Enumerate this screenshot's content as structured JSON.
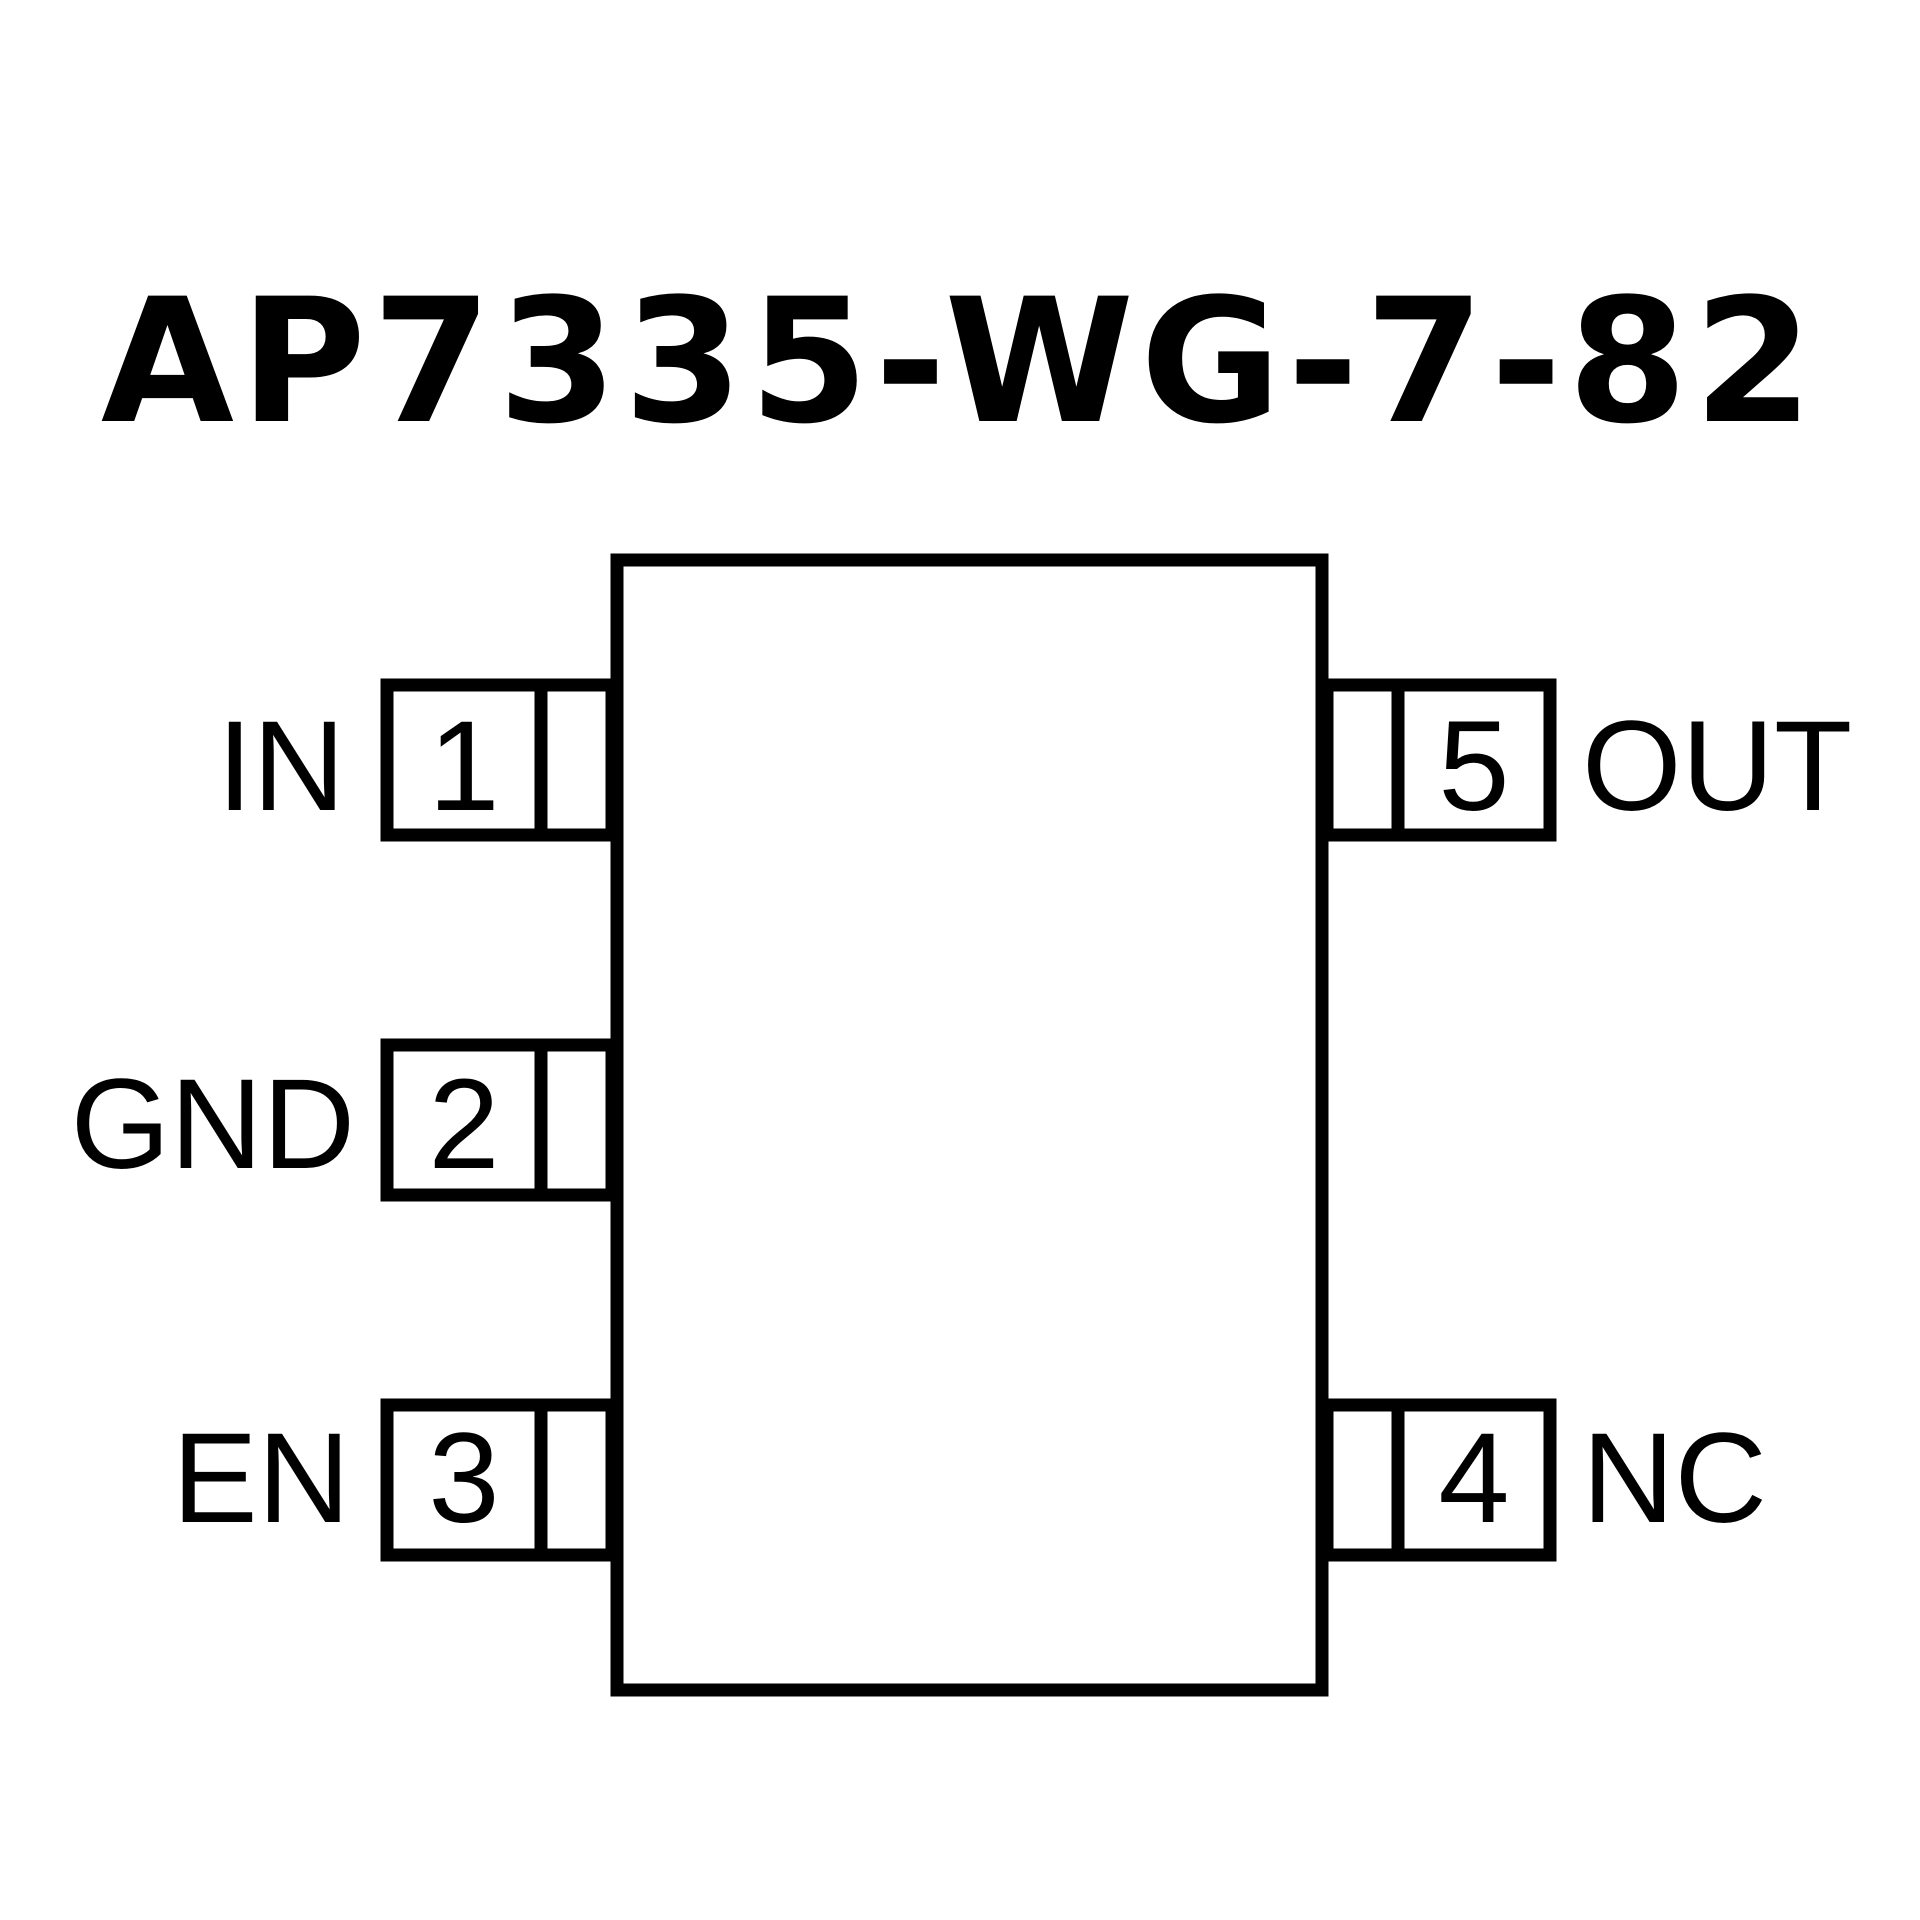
{
  "title": "AP7335-WG-7-82",
  "pins": [
    {
      "number": "1",
      "label": "IN"
    },
    {
      "number": "2",
      "label": "GND"
    },
    {
      "number": "3",
      "label": "EN"
    },
    {
      "number": "4",
      "label": "NC"
    },
    {
      "number": "5",
      "label": "OUT"
    }
  ]
}
